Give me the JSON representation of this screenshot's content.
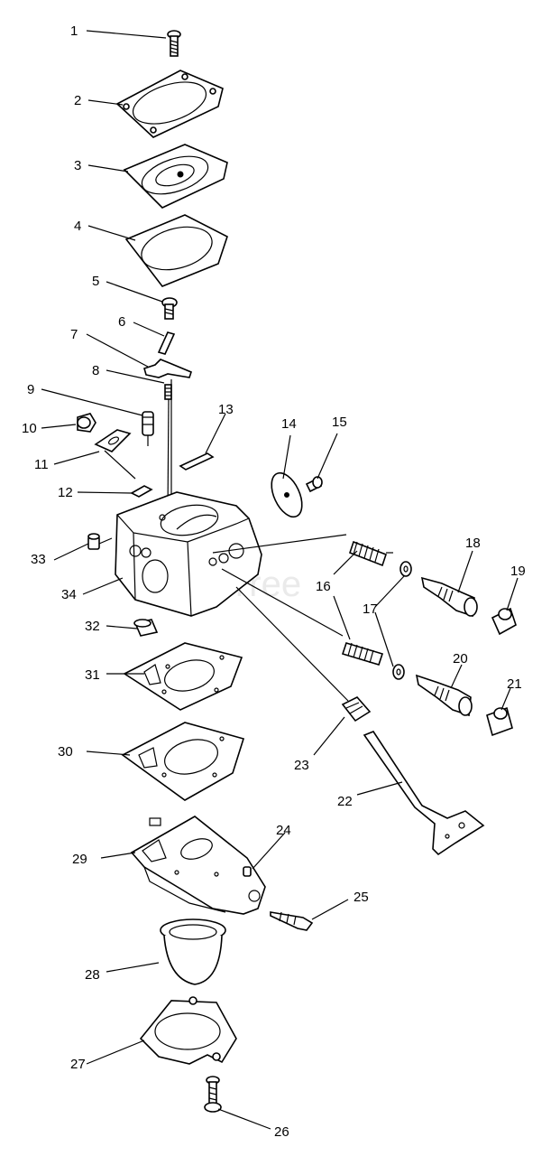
{
  "watermark": "PartsTree",
  "callouts": [
    {
      "id": "c1",
      "label": "1"
    },
    {
      "id": "c2",
      "label": "2"
    },
    {
      "id": "c3",
      "label": "3"
    },
    {
      "id": "c4",
      "label": "4"
    },
    {
      "id": "c5",
      "label": "5"
    },
    {
      "id": "c6",
      "label": "6"
    },
    {
      "id": "c7",
      "label": "7"
    },
    {
      "id": "c8",
      "label": "8"
    },
    {
      "id": "c9",
      "label": "9"
    },
    {
      "id": "c10",
      "label": "10"
    },
    {
      "id": "c11",
      "label": "11"
    },
    {
      "id": "c12",
      "label": "12"
    },
    {
      "id": "c13",
      "label": "13"
    },
    {
      "id": "c14",
      "label": "14"
    },
    {
      "id": "c15",
      "label": "15"
    },
    {
      "id": "c16",
      "label": "16"
    },
    {
      "id": "c17",
      "label": "17"
    },
    {
      "id": "c18",
      "label": "18"
    },
    {
      "id": "c19",
      "label": "19"
    },
    {
      "id": "c20",
      "label": "20"
    },
    {
      "id": "c21",
      "label": "21"
    },
    {
      "id": "c22",
      "label": "22"
    },
    {
      "id": "c23",
      "label": "23"
    },
    {
      "id": "c24",
      "label": "24"
    },
    {
      "id": "c25",
      "label": "25"
    },
    {
      "id": "c26",
      "label": "26"
    },
    {
      "id": "c27",
      "label": "27"
    },
    {
      "id": "c28",
      "label": "28"
    },
    {
      "id": "c29",
      "label": "29"
    },
    {
      "id": "c30",
      "label": "30"
    },
    {
      "id": "c31",
      "label": "31"
    },
    {
      "id": "c32",
      "label": "32"
    },
    {
      "id": "c33",
      "label": "33"
    },
    {
      "id": "c34",
      "label": "34"
    }
  ]
}
